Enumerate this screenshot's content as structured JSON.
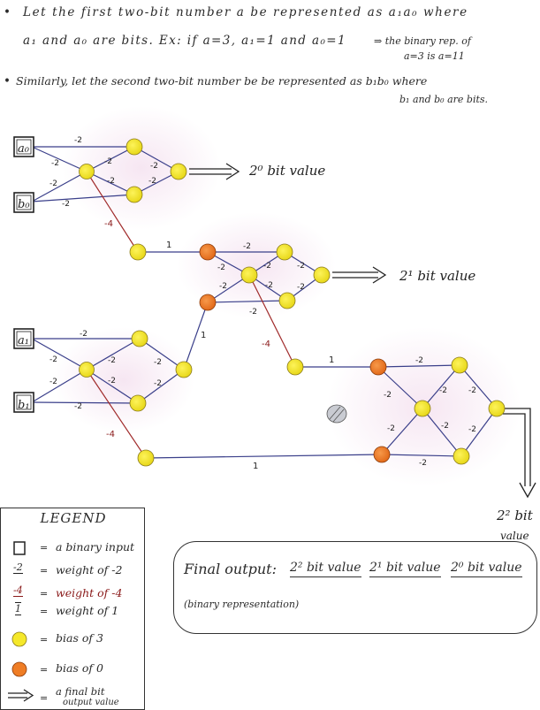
{
  "intro": {
    "line1_bullet": "•",
    "line1_text": "Let the first two-bit number a be represented as a₁a₀ where",
    "line2_text": "a₁ and a₀ are bits. Ex: if a=3, a₁=1 and a₀=1",
    "line2_note": "⇒ the binary rep. of",
    "line3_note": "a=3 is  a=11",
    "line4_bullet": "•",
    "line4_text": "Similarly, let the second two-bit number be be represented as b₁b₀ where",
    "line5_text": "b₁ and b₀ are bits."
  },
  "inputs": {
    "a0": "a₀",
    "b0": "b₀",
    "a1": "a₁",
    "b1": "b₁"
  },
  "weights": {
    "neg2": "-2",
    "neg4": "-4",
    "one": "1"
  },
  "outputs": {
    "bit0": "2⁰ bit value",
    "bit1": "2¹ bit value",
    "bit2_line1": "2² bit",
    "bit2_line2": "value"
  },
  "legend": {
    "title": "LEGEND",
    "eq": "=",
    "binary_input": "a binary input",
    "weight_neg2_sym": "-2",
    "weight_neg2": "weight of -2",
    "weight_neg4_sym": "-4",
    "weight_neg4": "weight of -4",
    "weight_one_sym": "1",
    "weight_one": "weight of 1",
    "bias3": "bias of 3",
    "bias0": "bias of 0",
    "final_bit_line1": "a final bit",
    "final_bit_line2": "output value"
  },
  "final_output": {
    "label": "Final output:",
    "item1": "2² bit value",
    "item2": "2¹ bit value",
    "item3": "2⁰ bit value",
    "sub": "(binary representation)"
  },
  "colors": {
    "yellow": "#f5e82a",
    "orange": "#ef7d25",
    "line_blue": "#3a3f8a",
    "line_red": "#a02a2a"
  }
}
